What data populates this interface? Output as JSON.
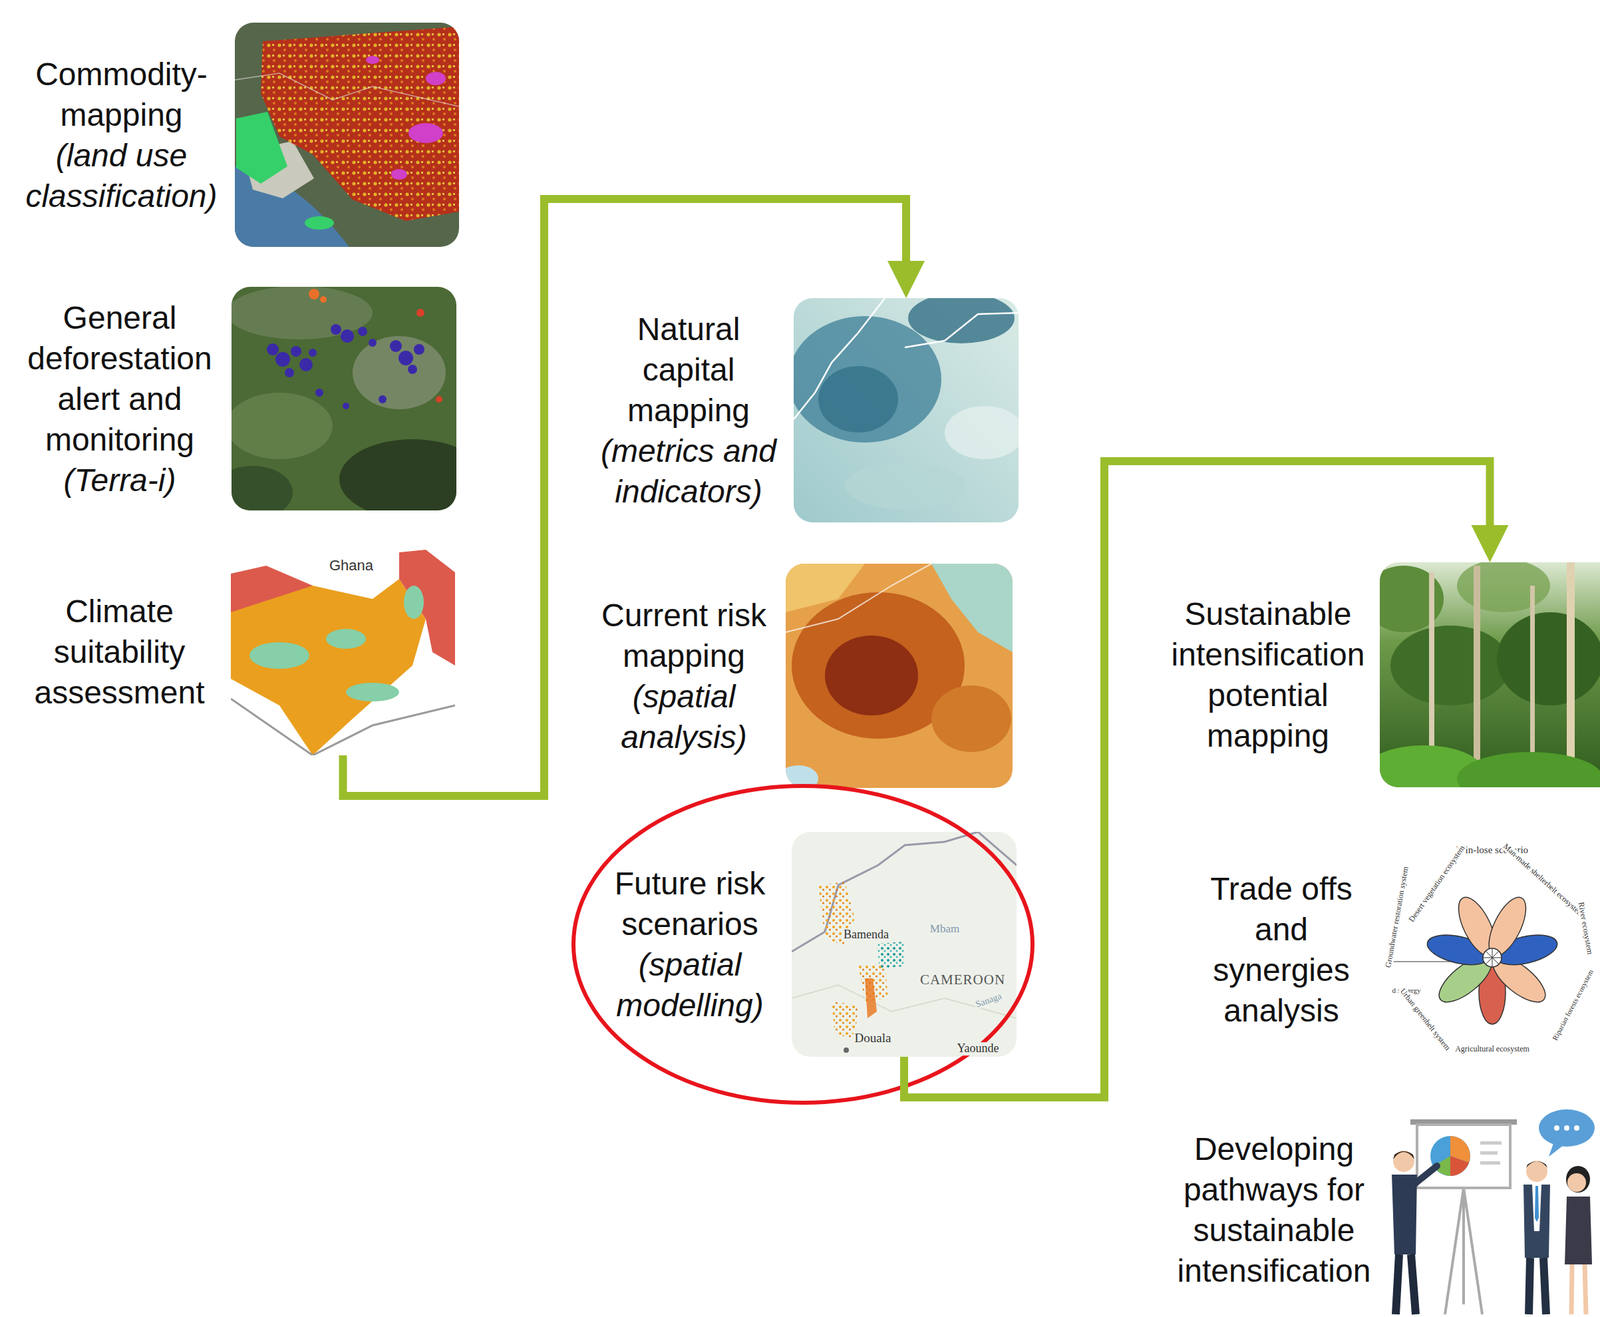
{
  "diagram": {
    "nodes": [
      {
        "text": [
          "Commodity- mapping",
          "(land use classification)"
        ]
      },
      {
        "text": [
          "General deforestation alert and monitoring",
          "(Terra-i)"
        ]
      },
      {
        "text": [
          "Climate suitability assessment"
        ]
      },
      {
        "text": [
          "Natural capital mapping",
          "(metrics and indicators)"
        ]
      },
      {
        "text": [
          "Current risk mapping",
          "(spatial analysis)"
        ]
      },
      {
        "text": [
          "Future risk scenarios",
          "(spatial modelling)"
        ]
      },
      {
        "text": [
          "Sustainable intensification potential mapping"
        ]
      },
      {
        "text": [
          "Trade offs and synergies analysis"
        ]
      },
      {
        "text": [
          "Developing pathways for sustainable intensification"
        ]
      }
    ],
    "edges": [
      {
        "from": 2,
        "to": 3,
        "arrow": "to"
      },
      {
        "from": 5,
        "to": 6,
        "arrow": "to"
      }
    ],
    "labels": [
      "Ghana",
      "Bamenda",
      "Mbam",
      "CAMEROON",
      "Sanaga",
      "Douala",
      "Yaounde",
      "Win-lose scenario",
      "Desert vegetation ecosystem",
      "Man-made shelterbelt ecosystem",
      "Groundwater restoration system",
      "River ecosystem",
      "d synergy",
      "Urban greenbelt system",
      "Riparian forests ecosystem",
      "Agricultural ecosystem"
    ]
  }
}
